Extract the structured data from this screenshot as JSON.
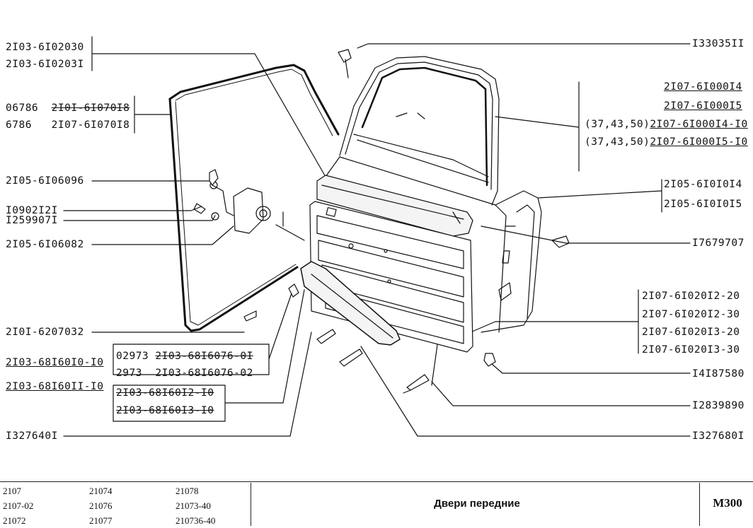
{
  "left_labels": {
    "l1a": "2I03-6I02030",
    "l1b": "2I03-6I0203I",
    "l2a_prefix": "06786",
    "l2a_code": "2I0I-6I070I8",
    "l2b_prefix": "6786",
    "l2b_code": "2I07-6I070I8",
    "l3": "2I05-6I06096",
    "l4": "I0902I2I",
    "l5": "I259907I",
    "l6": "2I05-6I06082",
    "l7": "2I0I-6207032",
    "l8": "2I03-68I60I0-I0",
    "l9": "2I03-68I60II-I0",
    "l10": "I327640I"
  },
  "mid_box": {
    "a_prefix": "02973",
    "a_code": "2I03-68I6076-0I",
    "b_prefix": "2973",
    "b_code": "2I03-68I6076-02",
    "c": "2I03-68I60I2-I0",
    "d": "2I03-68I60I3-I0"
  },
  "right_labels": {
    "r1": "I33035II",
    "r2a": "2I07-6I000I4",
    "r2b": "2I07-6I000I5",
    "r2c_prefix": "(37,43,50)",
    "r2c_code": "2I07-6I000I4-I0",
    "r2d_prefix": "(37,43,50)",
    "r2d_code": "2I07-6I000I5-I0",
    "r3a": "2I05-6I0I0I4",
    "r3b": "2I05-6I0I0I5",
    "r4": "I7679707",
    "r5a": "2I07-6I020I2-20",
    "r5b": "2I07-6I020I2-30",
    "r5c": "2I07-6I020I3-20",
    "r5d": "2I07-6I020I3-30",
    "r6": "I4I87580",
    "r7": "I2839890",
    "r8": "I327680I"
  },
  "footer": {
    "models_col1": [
      "2107",
      "2107-02",
      "21072"
    ],
    "models_col2": [
      "21074",
      "21076",
      "21077"
    ],
    "models_col3": [
      "21078",
      "21073-40",
      "210736-40"
    ],
    "title": "Двери передние",
    "code": "М300"
  }
}
